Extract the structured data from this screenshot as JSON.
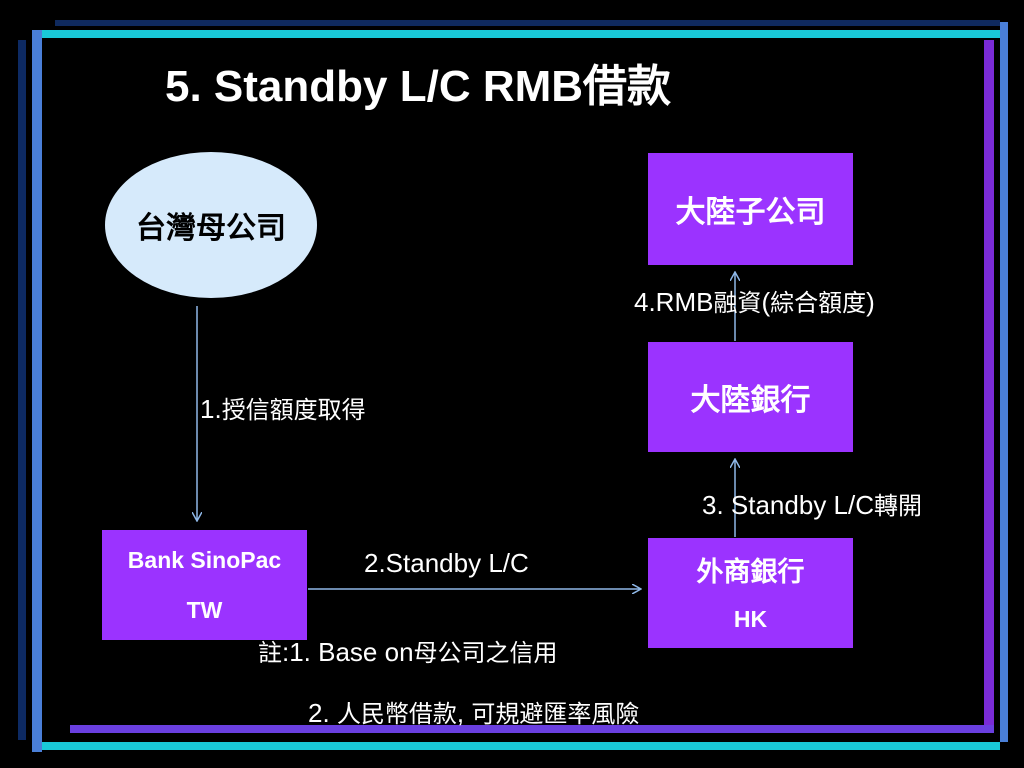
{
  "title": "5. Standby L/C RMB借款",
  "nodes": {
    "parent": "台灣母公司",
    "subsidiary": "大陸子公司",
    "mainland_bank": "大陸銀行",
    "sinopac_line1": "Bank SinoPac",
    "sinopac_line2": "TW",
    "foreign_bank_line1": "外商銀行",
    "foreign_bank_line2": "HK"
  },
  "edges": {
    "step1_num": "1.",
    "step1_text": "授信額度取得",
    "step2": "2.Standby L/C",
    "step3_num": "3. Standby L/C",
    "step3_text": "轉開",
    "step4_num": "4.RMB",
    "step4_text": "融資",
    "step4_paren_open": "(",
    "step4_paren_text": "綜合額度",
    "step4_paren_close": ")"
  },
  "notes": {
    "note1_prefix": "註",
    "note1_num": ":1. Base on",
    "note1_text": "母公司之信用",
    "note2_num": "2.",
    "note2_text": "人民幣借款",
    "note2_comma": ",",
    "note2_text2": "可規避匯率風險"
  },
  "colors": {
    "box": "#9b33ff",
    "ellipse": "#d6eafb",
    "arrow": "#8fb8e8",
    "frame_cyan": "#19c8d8",
    "frame_purple": "#7a2bd6",
    "frame_blue": "#4a7fd8"
  }
}
